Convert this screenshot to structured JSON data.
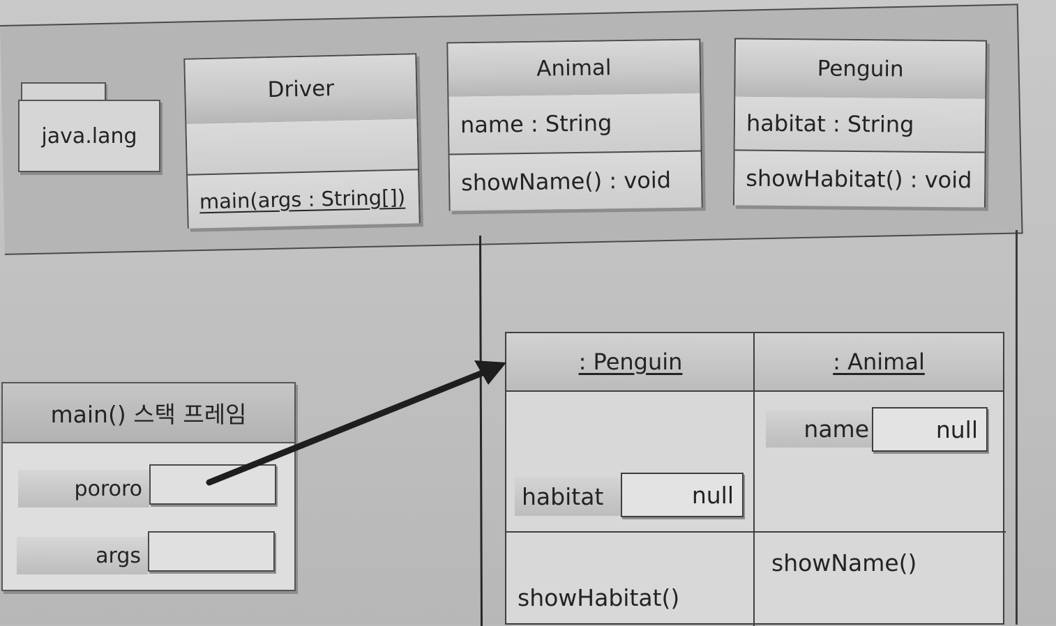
{
  "package": {
    "name": "java.lang"
  },
  "classes": [
    {
      "name": "Driver",
      "attributes": [],
      "methods": [
        "main(args : String[])"
      ]
    },
    {
      "name": "Animal",
      "attributes": [
        "name : String"
      ],
      "methods": [
        "showName() : void"
      ]
    },
    {
      "name": "Penguin",
      "attributes": [
        "habitat : String"
      ],
      "methods": [
        "showHabitat() : void"
      ]
    }
  ],
  "stack_frame": {
    "title": "main() 스택 프레임",
    "variables": [
      {
        "name": "pororo"
      },
      {
        "name": "args"
      }
    ]
  },
  "heap_object": {
    "parts": [
      {
        "title": ": Penguin",
        "field": {
          "name": "habitat",
          "value": "null"
        },
        "method": "showHabitat()"
      },
      {
        "title": ": Animal",
        "field": {
          "name": "name",
          "value": "null"
        },
        "method": "showName()"
      }
    ]
  },
  "colors": {
    "line": "#262626",
    "arrow": "#1e1e1e"
  }
}
